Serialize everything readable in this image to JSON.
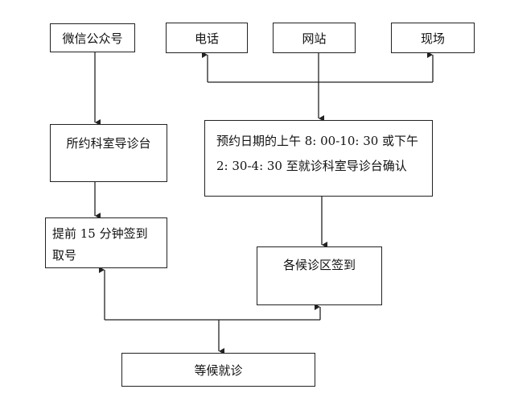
{
  "nodes": {
    "wechat": "微信公众号",
    "phone": "电话",
    "website": "网站",
    "onsite": "现场",
    "dept_guide": "所约科室导诊台",
    "appointment_line1": "预约日期的上午 8: 00-10: 30 或下午",
    "appointment_line2": "2: 30-4: 30 至就诊科室导诊台确认",
    "signin_line1": "提前 15 分钟签到",
    "signin_line2": "取号",
    "waiting_area_signin": "各候诊区签到",
    "wait_for_visit": "等候就诊"
  }
}
